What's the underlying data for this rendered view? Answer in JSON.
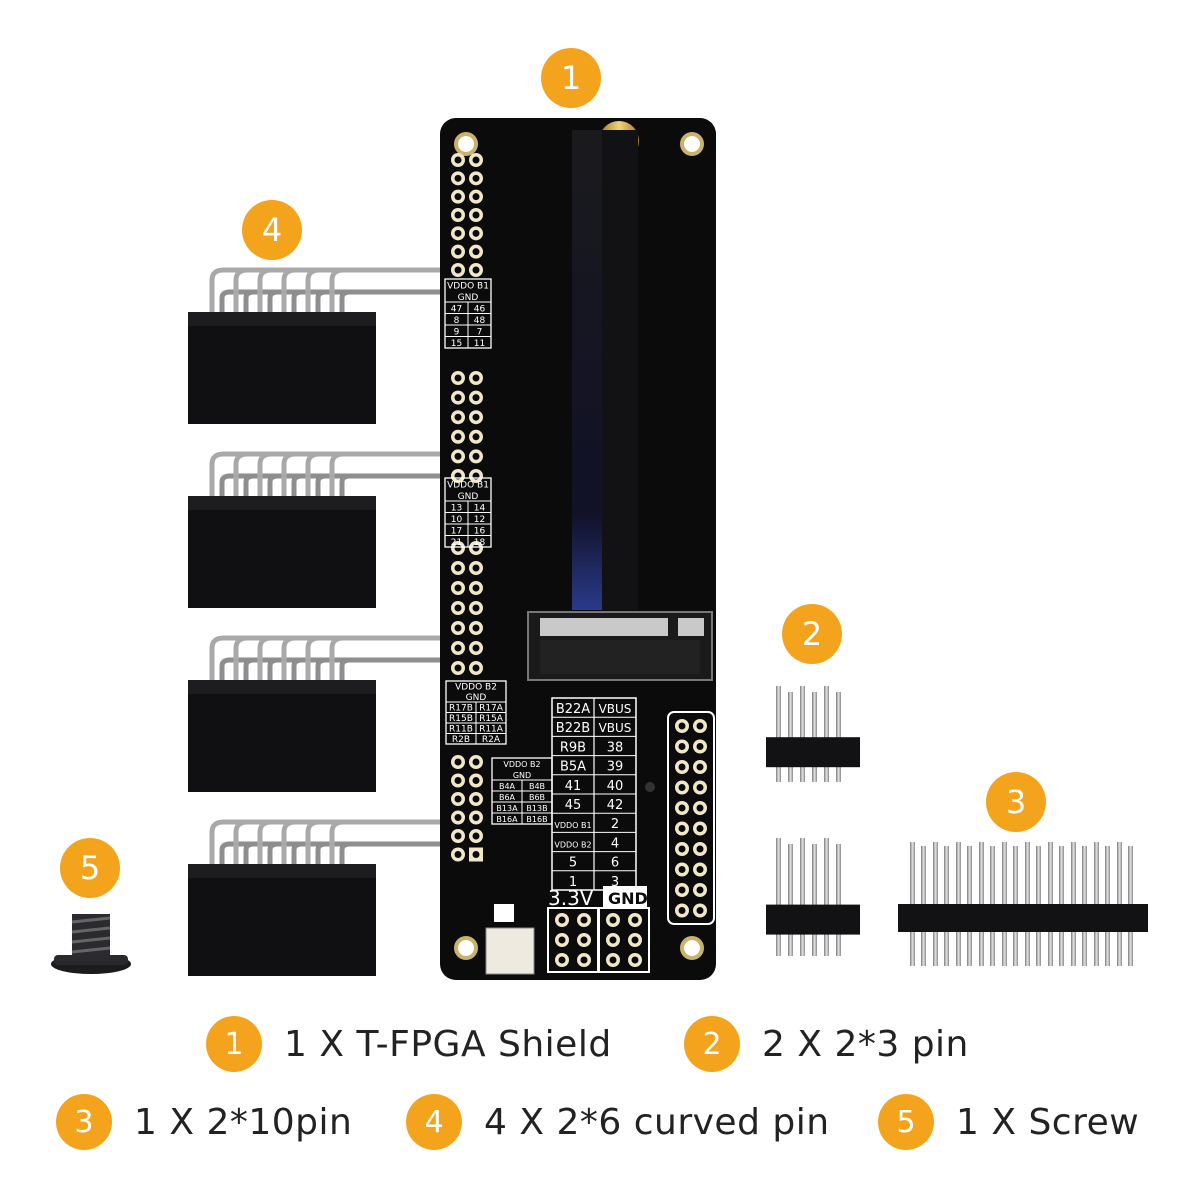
{
  "colors": {
    "accent": "#f3a31c",
    "pcb": "#0b0b0c",
    "text": "#222222"
  },
  "photo_badges": [
    "1",
    "2",
    "3",
    "4",
    "5"
  ],
  "board": {
    "block1": {
      "title": "VDDO B1",
      "sub": "GND",
      "rows": [
        [
          "47",
          "46"
        ],
        [
          "8",
          "48"
        ],
        [
          "9",
          "7"
        ],
        [
          "15",
          "11"
        ]
      ]
    },
    "block2": {
      "title": "VDDO B1",
      "sub": "GND",
      "rows": [
        [
          "13",
          "14"
        ],
        [
          "10",
          "12"
        ],
        [
          "17",
          "16"
        ],
        [
          "21",
          "18"
        ]
      ]
    },
    "block3": {
      "title": "VDDO B2",
      "sub": "GND",
      "rows": [
        [
          "R17B",
          "R17A"
        ],
        [
          "R15B",
          "R15A"
        ],
        [
          "R11B",
          "R11A"
        ],
        [
          "R2B",
          "R2A"
        ]
      ]
    },
    "block4": {
      "title": "VDDO B2",
      "sub": "GND",
      "rows": [
        [
          "B4A",
          "B4B"
        ],
        [
          "B6A",
          "B6B"
        ],
        [
          "B13A",
          "B13B"
        ],
        [
          "B16A",
          "B16B"
        ]
      ]
    },
    "big_table": [
      [
        "B22A",
        "VBUS"
      ],
      [
        "B22B",
        "VBUS"
      ],
      [
        "R9B",
        "38"
      ],
      [
        "B5A",
        "39"
      ],
      [
        "41",
        "40"
      ],
      [
        "45",
        "42"
      ],
      [
        "VDDO B1",
        "2"
      ],
      [
        "VDDO B2",
        "4"
      ],
      [
        "5",
        "6"
      ],
      [
        "1",
        "3"
      ]
    ],
    "power_label": "3.3V",
    "gnd_label": "GND"
  },
  "legend": [
    {
      "num": "1",
      "text": "1 X T-FPGA Shield"
    },
    {
      "num": "2",
      "text": "2 X 2*3 pin"
    },
    {
      "num": "3",
      "text": "1 X 2*10pin"
    },
    {
      "num": "4",
      "text": "4 X 2*6 curved pin"
    },
    {
      "num": "5",
      "text": "1 X Screw"
    }
  ]
}
